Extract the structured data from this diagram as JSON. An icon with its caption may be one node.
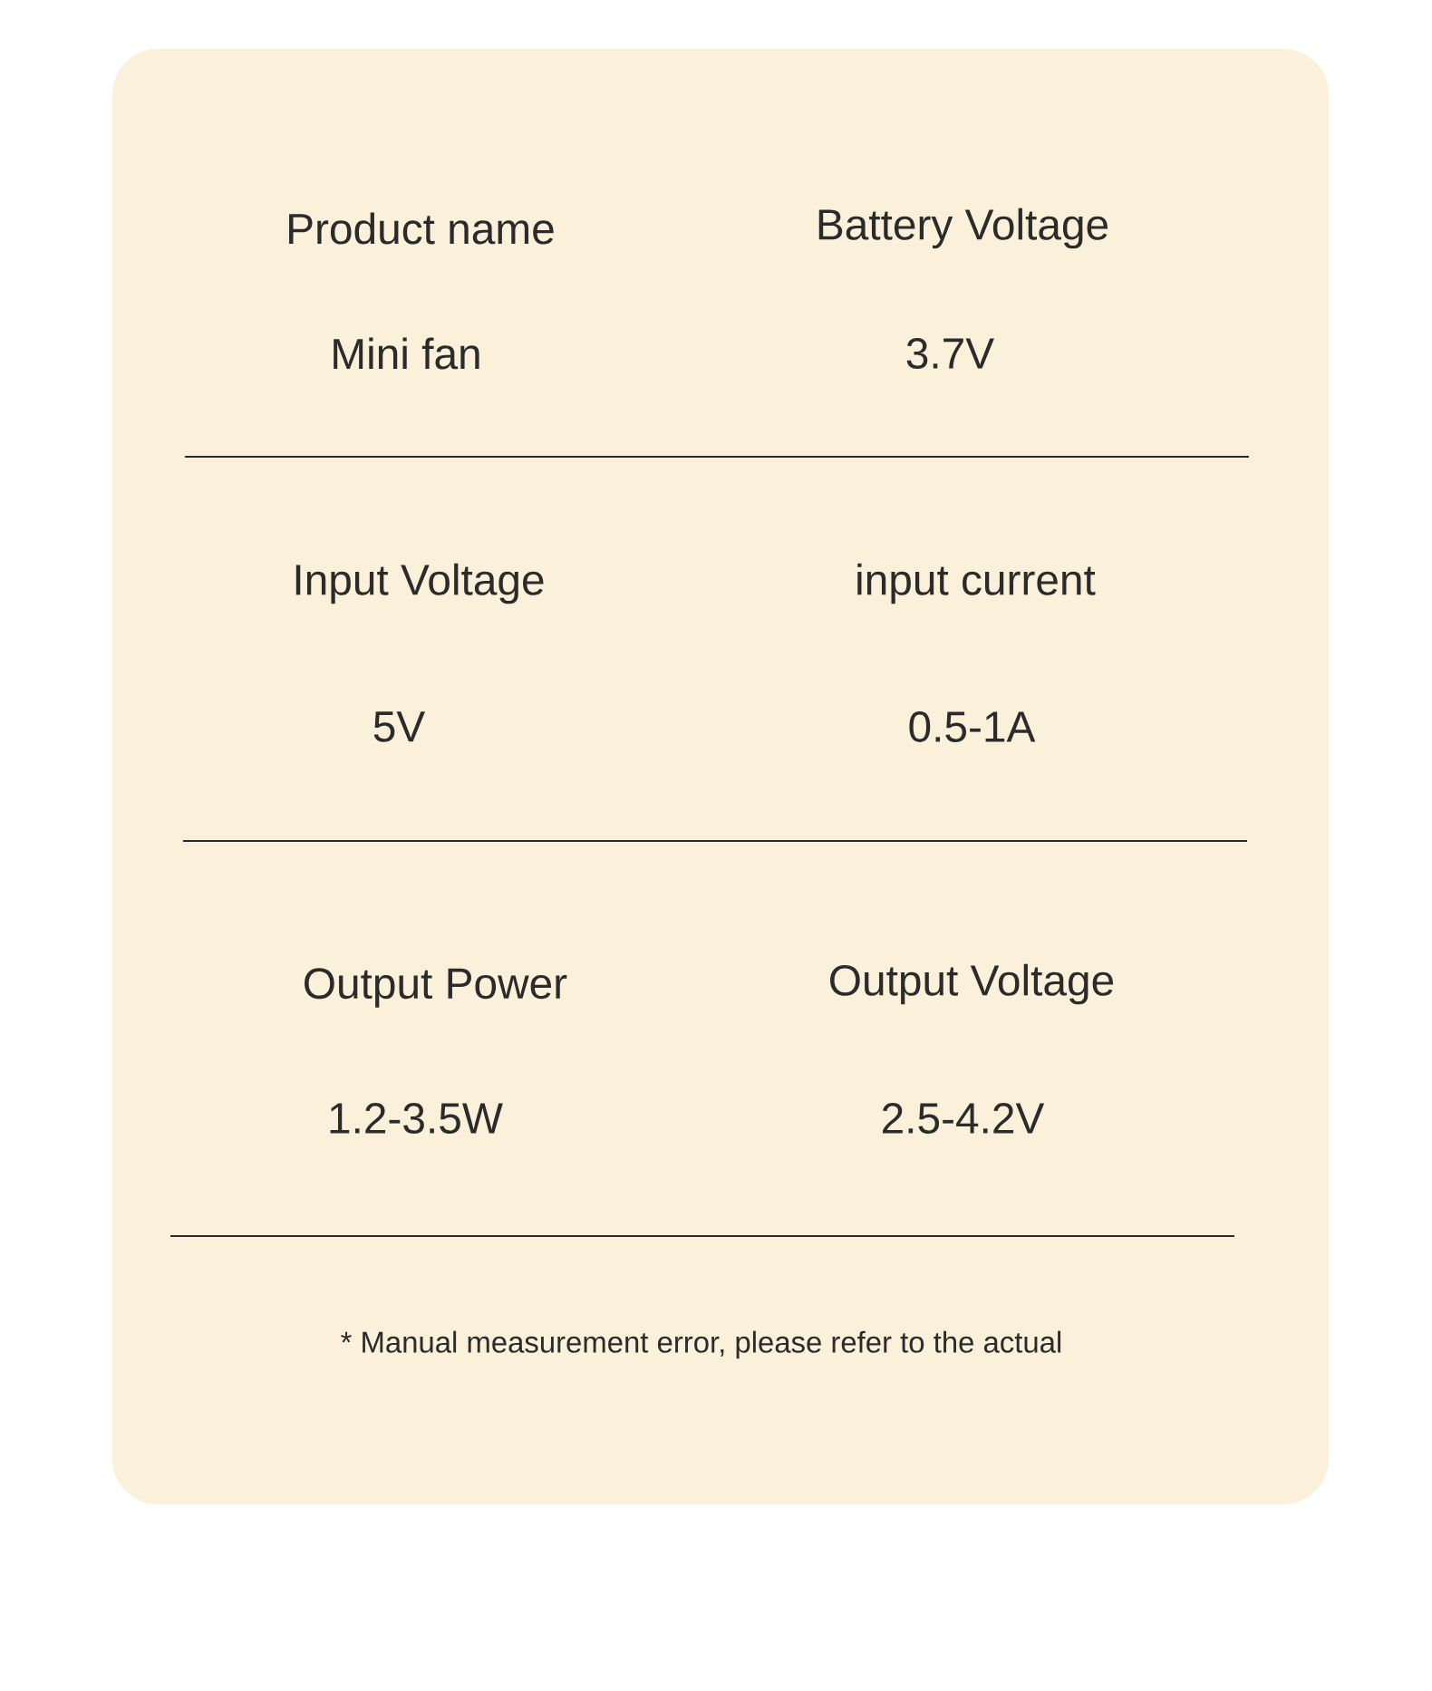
{
  "diagram": {
    "labels": [
      "Product name",
      "Battery Voltage",
      "Mini fan",
      "3.7V",
      "Input Voltage",
      "input current",
      "5V",
      "0.5-1A",
      "Output Power",
      "Output Voltage",
      "1.2-3.5W",
      "2.5-4.2V",
      "* Manual measurement error, please refer to the actual"
    ]
  }
}
